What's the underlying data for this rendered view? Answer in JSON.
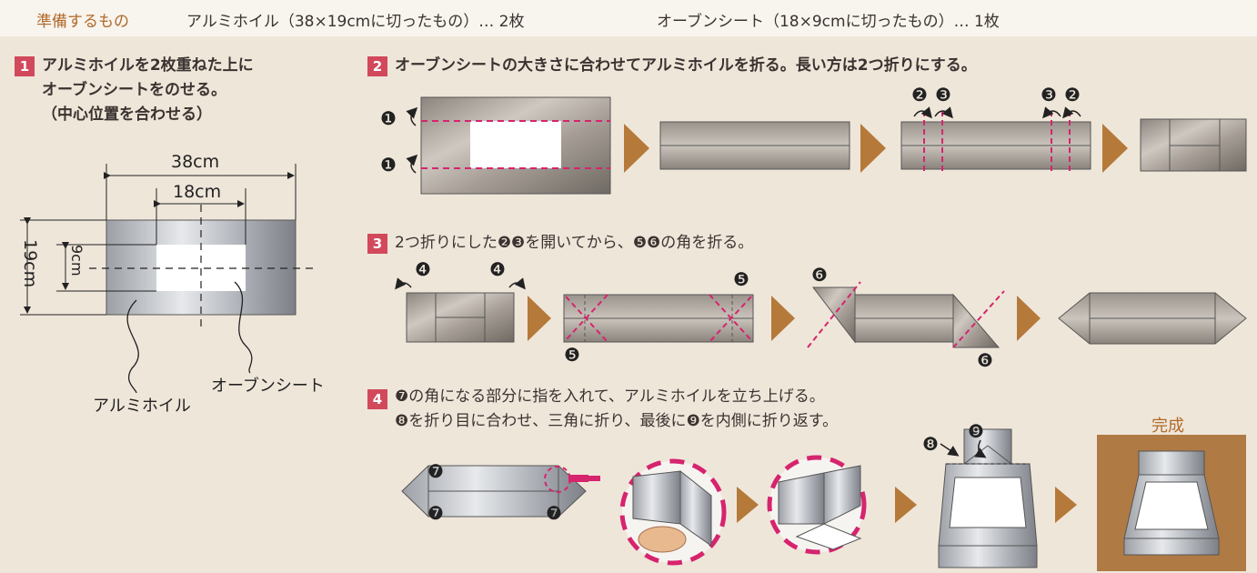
{
  "header": {
    "prep_label": "準備するもの",
    "item1": "アルミホイル（38×19cmに切ったもの）… 2枚",
    "item2": "オーブンシート（18×9cmに切ったもの）… 1枚"
  },
  "step1": {
    "number": "1",
    "line1": "アルミホイルを2枚重ねた上に",
    "line2": "オーブンシートをのせる。",
    "line3": "（中心位置を合わせる）",
    "dim_38": "38cm",
    "dim_18": "18cm",
    "dim_19": "19cm",
    "dim_9": "9cm",
    "label_foil": "アルミホイル",
    "label_sheet": "オーブンシート"
  },
  "step2": {
    "number": "2",
    "text": "オーブンシートの大きさに合わせてアルミホイルを折る。長い方は2つ折りにする。"
  },
  "step3": {
    "number": "3",
    "text": "2つ折りにした❷❸を開いてから、❺❻の角を折る。"
  },
  "step4": {
    "number": "4",
    "line1": "❼の角になる部分に指を入れて、アルミホイルを立ち上げる。",
    "line2": "❽を折り目に合わせ、三角に折り、最後に❾を内側に折り返す。"
  },
  "markers": {
    "m1": "❶",
    "m2": "❷",
    "m3": "❸",
    "m4": "❹",
    "m5": "❺",
    "m6": "❻",
    "m7": "❼",
    "m8": "❽",
    "m9": "❾"
  },
  "complete_label": "完成",
  "colors": {
    "accent_pink": "#d6246e",
    "arrow_brown": "#b5793a",
    "foil": "#b7aea4",
    "badge": "#d1495b",
    "background": "#efe6da",
    "complete_bg": "#b07a45"
  }
}
